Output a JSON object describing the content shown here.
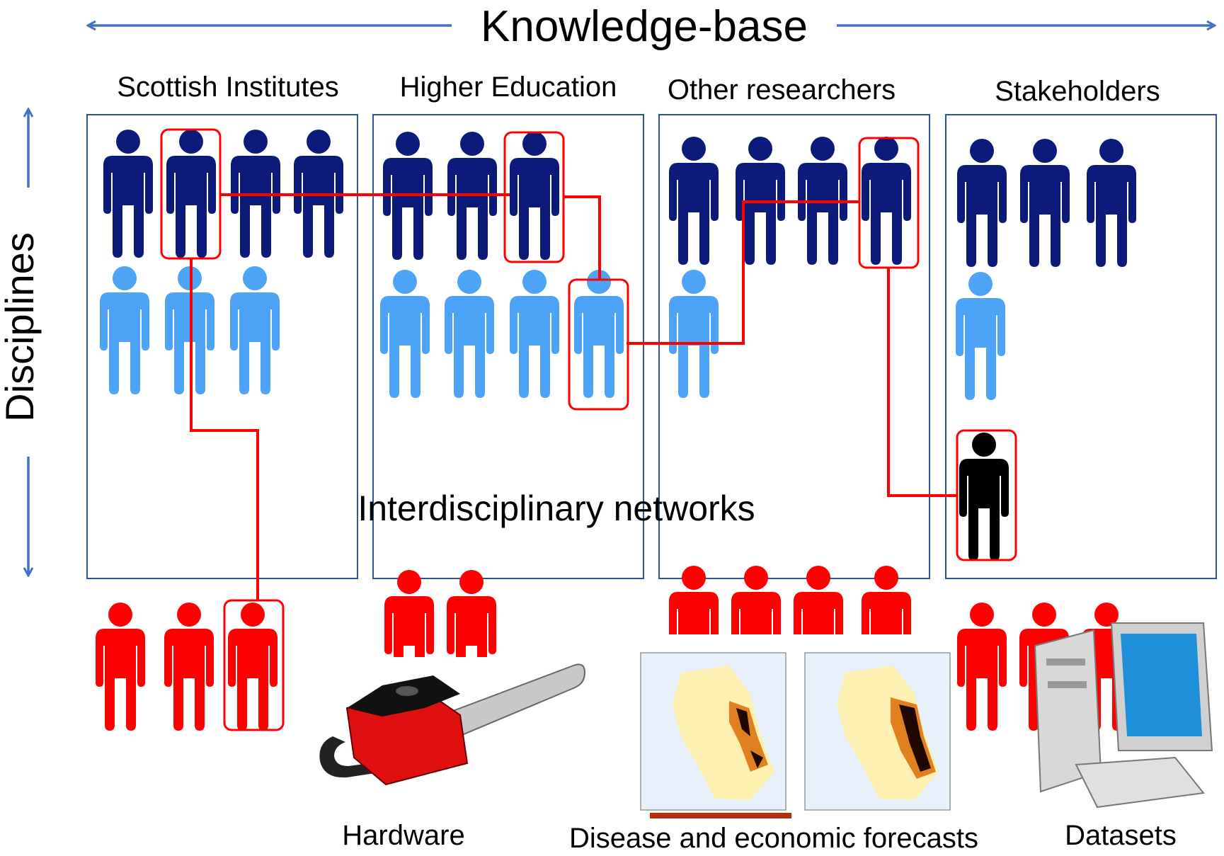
{
  "title": "Knowledge-base",
  "axis_label": "Disciplines",
  "center_label": "Interdisciplinary networks",
  "columns": [
    {
      "name": "Scottish Institutes",
      "dark_people": 4,
      "light_people": 3
    },
    {
      "name": "Higher Education",
      "dark_people": 3,
      "light_people": 4
    },
    {
      "name": "Other researchers",
      "dark_people": 4,
      "light_people": 1
    },
    {
      "name": "Stakeholders",
      "dark_people": 3,
      "light_people": 1,
      "black_people": 1
    }
  ],
  "resources": {
    "hardware_label": "Hardware",
    "forecasts_label": "Disease and economic forecasts",
    "datasets_label": "Datasets"
  },
  "colors": {
    "arrow": "#4472c4",
    "box_border": "#2f5597",
    "dark_person": "#0c1b7a",
    "light_person": "#4da3f5",
    "red_person": "#ff0000",
    "black_person": "#000000",
    "network_line": "#ff0000"
  }
}
